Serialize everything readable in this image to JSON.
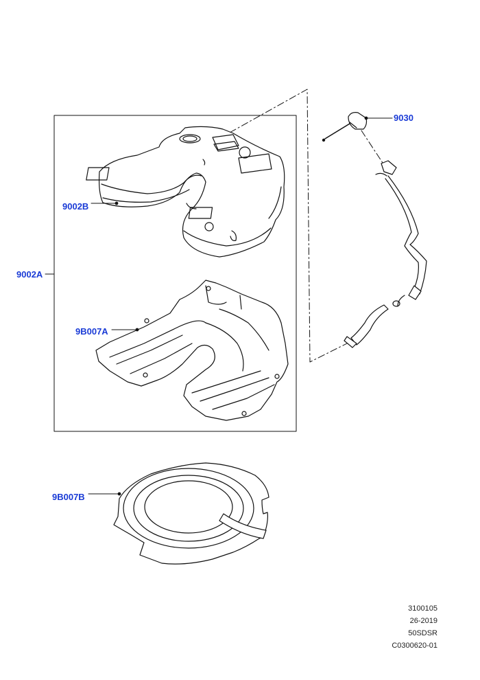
{
  "callouts": {
    "part_9030": "9030",
    "part_9002B": "9002B",
    "part_9002A": "9002A",
    "part_9B007A": "9B007A",
    "part_9B007B": "9B007B"
  },
  "reference": {
    "line1": "3100105",
    "line2": "26-2019",
    "line3": "50SDSR",
    "line4": "C0300620-01"
  },
  "colors": {
    "callout": "#1a3bd6",
    "line": "#111111"
  }
}
